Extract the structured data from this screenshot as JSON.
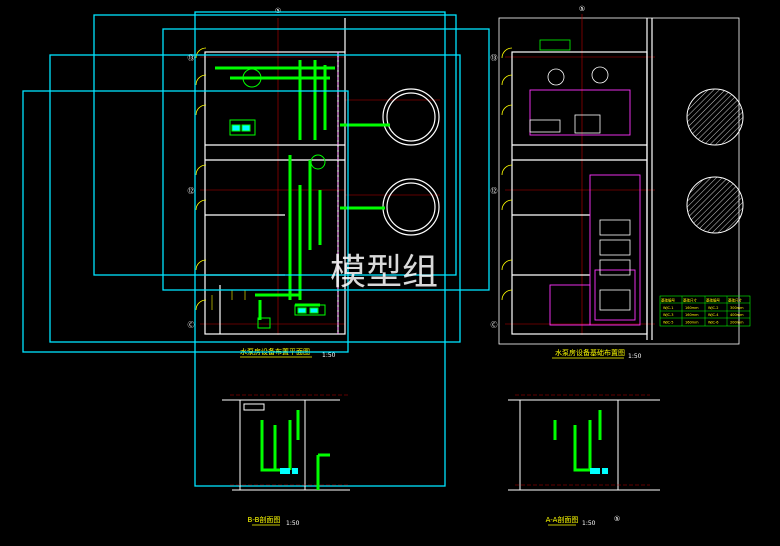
{
  "watermark": "模型组",
  "drawings": {
    "plan_left": {
      "title": "水泵房设备布置平面图",
      "scale": "1:50"
    },
    "plan_right": {
      "title": "水泵房设备基础布置图",
      "scale": "1:50"
    },
    "section_bb": {
      "title": "B-B剖面图",
      "scale": "1:50"
    },
    "section_aa": {
      "title": "A-A剖面图",
      "scale": "1:50"
    }
  },
  "grid_markers": {
    "left_top": "⑤",
    "left_rows": [
      "⑬",
      "⑫",
      "Ⓒ"
    ],
    "right_top": "⑤",
    "right_rows": [
      "⑬",
      "⑫",
      "Ⓒ"
    ],
    "aa_bottom": "⑤"
  },
  "legend_table": {
    "headers": [
      "基础编号",
      "基础尺寸",
      "基础编号",
      "基础尺寸"
    ],
    "rows": [
      [
        "WJC-1",
        "160mm",
        "WJC-2",
        "300mm"
      ],
      [
        "WJC-3",
        "160mm",
        "WJC-4",
        "400mm"
      ],
      [
        "WJC-5",
        "160mm",
        "WJC-6",
        "200mm"
      ]
    ]
  },
  "colors": {
    "frame_cyan": "#00e5ff",
    "pipe_green": "#00ff00",
    "wall_white": "#ffffff",
    "annotation_yellow": "#ffff00",
    "gridline_red": "#ff0000",
    "foundation_magenta": "#ff33ff"
  }
}
